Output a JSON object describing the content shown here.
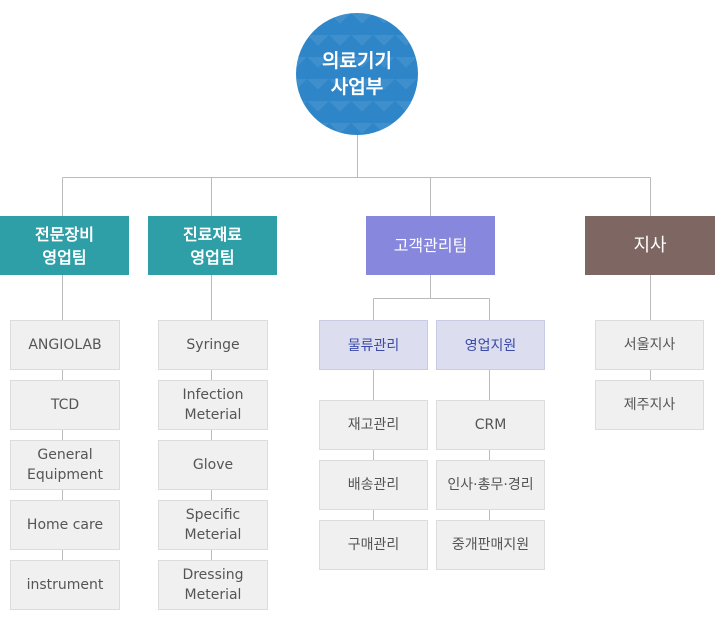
{
  "root": {
    "line1": "의료기기",
    "line2": "사업부"
  },
  "teams": [
    {
      "line1": "전문장비",
      "line2": "영업팀",
      "items": [
        {
          "l1": "ANGIOLAB",
          "l2": ""
        },
        {
          "l1": "TCD",
          "l2": ""
        },
        {
          "l1": "General",
          "l2": "Equipment"
        },
        {
          "l1": "Home care",
          "l2": ""
        },
        {
          "l1": "instrument",
          "l2": ""
        }
      ]
    },
    {
      "line1": "진료재료",
      "line2": "영업팀",
      "items": [
        {
          "l1": "Syringe",
          "l2": ""
        },
        {
          "l1": "Infection",
          "l2": "Meterial"
        },
        {
          "l1": "Glove",
          "l2": ""
        },
        {
          "l1": "Specific",
          "l2": "Meterial"
        },
        {
          "l1": "Dressing",
          "l2": "Meterial"
        }
      ]
    },
    {
      "line1": "고객관리팀",
      "line2": "",
      "subs": [
        {
          "label": "물류관리",
          "items": [
            "재고관리",
            "배송관리",
            "구매관리"
          ]
        },
        {
          "label": "영업지원",
          "items": [
            "CRM",
            "인사·총무·경리",
            "중개판매지원"
          ]
        }
      ]
    },
    {
      "line1": "지사",
      "line2": "",
      "items": [
        {
          "l1": "서울지사",
          "l2": ""
        },
        {
          "l1": "제주지사",
          "l2": ""
        }
      ]
    }
  ],
  "colors": {
    "root": "#2e86c8",
    "teal": "#2e9ea7",
    "purple": "#8787de",
    "brown": "#7e6763",
    "sub_bg": "#dcdef0",
    "leaf_bg": "#f0f0f0",
    "line": "#bbbbbb"
  }
}
